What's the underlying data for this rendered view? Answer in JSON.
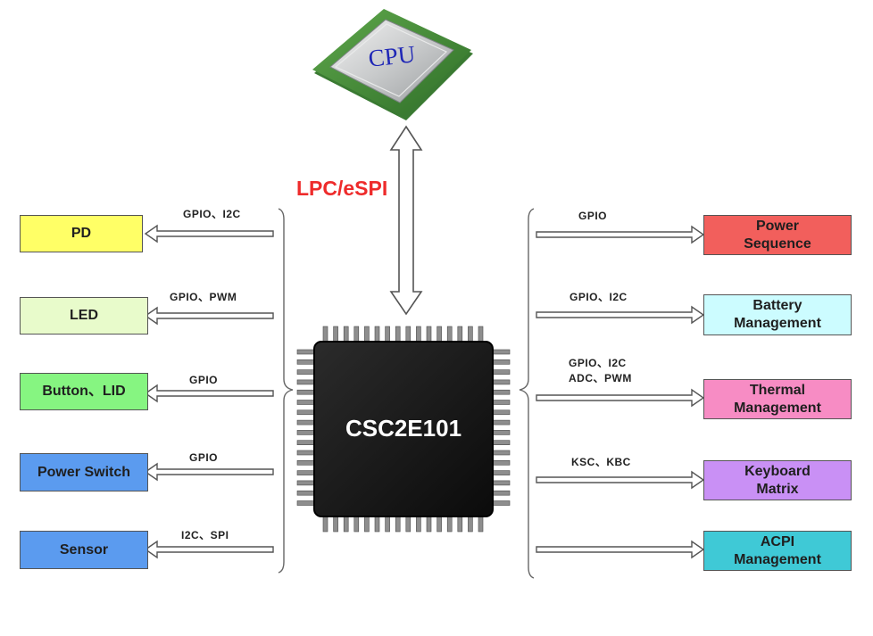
{
  "cpu": {
    "label": "CPU"
  },
  "bus": {
    "label": "LPC/eSPI",
    "color": "#ee2b2b"
  },
  "chip": {
    "label": "CSC2E101"
  },
  "left_blocks": [
    {
      "label": "PD",
      "interface": [
        "GPIO、I2C"
      ],
      "color": "#ffff66"
    },
    {
      "label": "LED",
      "interface": [
        "GPIO、PWM"
      ],
      "color": "#e8fbcb"
    },
    {
      "label": "Button、LID",
      "interface": [
        "GPIO"
      ],
      "color": "#86f581"
    },
    {
      "label": "Power Switch",
      "interface": [
        "GPIO"
      ],
      "color": "#5b9bef"
    },
    {
      "label": "Sensor",
      "interface": [
        "I2C、SPI"
      ],
      "color": "#5b9bef"
    }
  ],
  "right_blocks": [
    {
      "label": [
        "Power",
        "Sequence"
      ],
      "interface": [
        "GPIO"
      ],
      "color": "#f25f5c"
    },
    {
      "label": [
        "Battery",
        "Management"
      ],
      "interface": [
        "GPIO、I2C"
      ],
      "color": "#ccfcff"
    },
    {
      "label": [
        "Thermal",
        "Management"
      ],
      "interface": [
        "GPIO、I2C",
        "ADC、PWM"
      ],
      "color": "#f78cc4"
    },
    {
      "label": [
        "Keyboard",
        "Matrix"
      ],
      "interface": [
        "KSC、KBC"
      ],
      "color": "#c990f5"
    },
    {
      "label": [
        "ACPI",
        "Management"
      ],
      "interface": [],
      "color": "#3fc9d6"
    }
  ]
}
